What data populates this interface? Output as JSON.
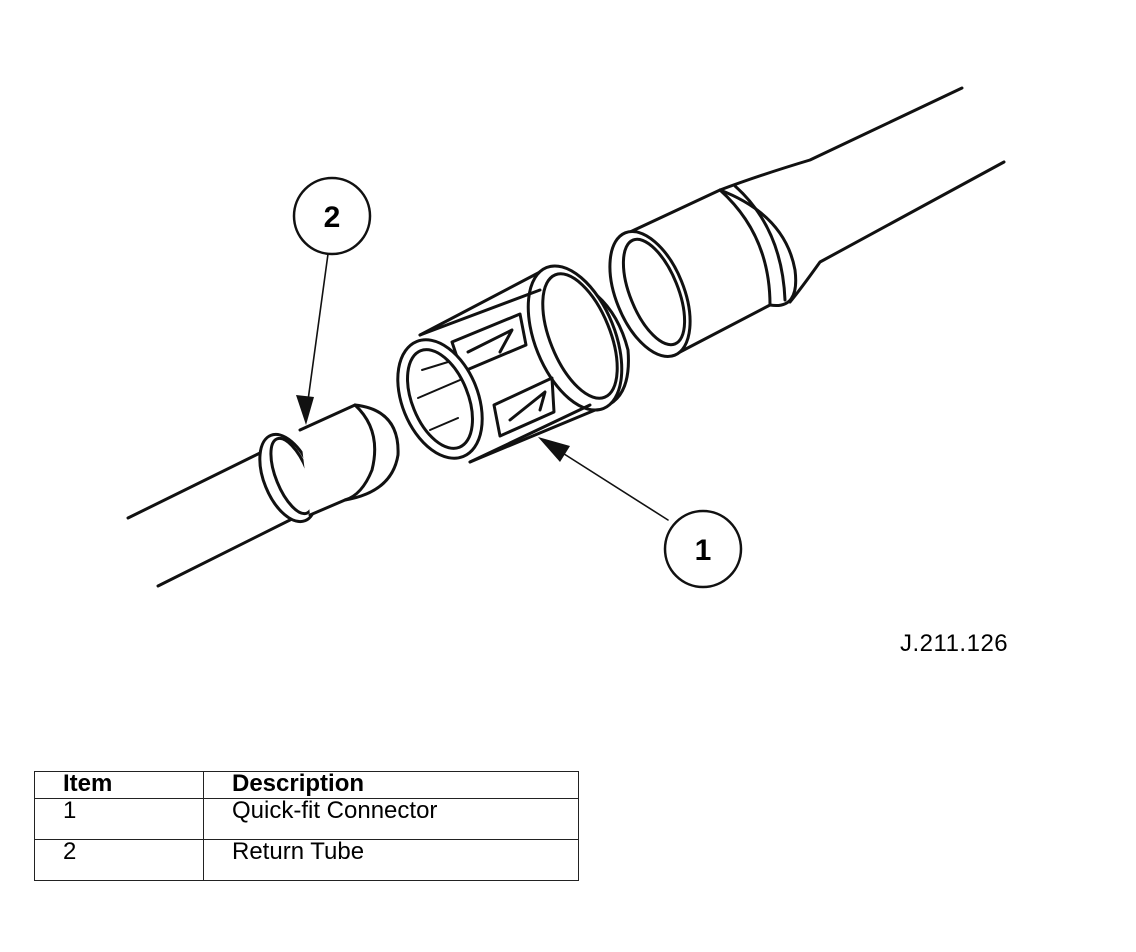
{
  "diagram": {
    "callouts": [
      {
        "label": "1"
      },
      {
        "label": "2"
      }
    ],
    "reference_code": "J.211.126"
  },
  "legend": {
    "headers": [
      "Item",
      "Description"
    ],
    "rows": [
      {
        "item": "1",
        "description": "Quick-fit Connector"
      },
      {
        "item": "2",
        "description": "Return Tube"
      }
    ]
  }
}
